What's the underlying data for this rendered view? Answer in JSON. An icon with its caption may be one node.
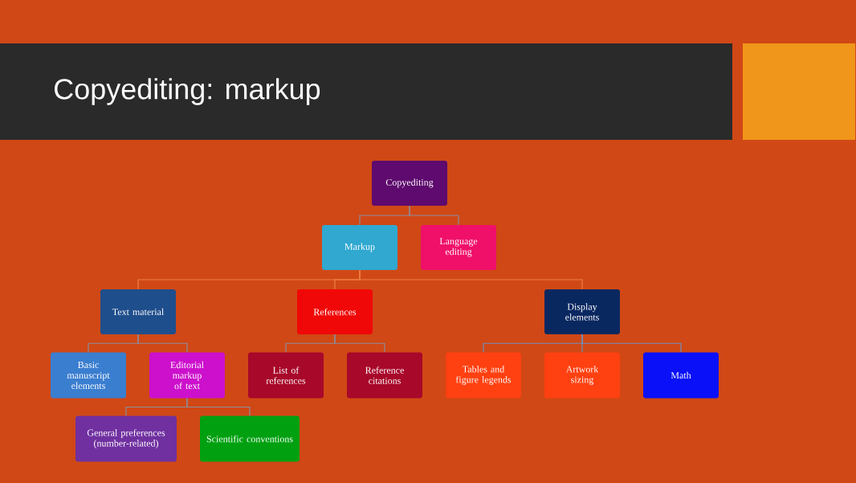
{
  "diagram": {
    "title": "Copyediting: markup",
    "nodes": [
      {
        "text": [
          "Copyediting"
        ]
      },
      {
        "text": [
          "Markup"
        ]
      },
      {
        "text": [
          "Language editing"
        ]
      },
      {
        "text": [
          "Text material"
        ]
      },
      {
        "text": [
          "References"
        ]
      },
      {
        "text": [
          "Display elements"
        ]
      },
      {
        "text": [
          "Basic manuscript elements"
        ]
      },
      {
        "text": [
          "Editorial markup of text"
        ]
      },
      {
        "text": [
          "List of references"
        ]
      },
      {
        "text": [
          "Reference citations"
        ]
      },
      {
        "text": [
          "Tables and figure legends"
        ]
      },
      {
        "text": [
          "Artwork sizing"
        ]
      },
      {
        "text": [
          "Math"
        ]
      },
      {
        "text": [
          "General preferences (number-related)"
        ]
      },
      {
        "text": [
          "Scientific conventions"
        ]
      }
    ],
    "edges": [
      {
        "from": 0,
        "to": 1,
        "arrow": "none"
      },
      {
        "from": 0,
        "to": 2,
        "arrow": "none"
      },
      {
        "from": 1,
        "to": 3,
        "arrow": "none",
        "color": "#f08040"
      },
      {
        "from": 1,
        "to": 4,
        "arrow": "none",
        "color": "#f08040"
      },
      {
        "from": 1,
        "to": 5,
        "arrow": "none",
        "color": "#f08040"
      },
      {
        "from": 3,
        "to": 6,
        "arrow": "none"
      },
      {
        "from": 3,
        "to": 7,
        "arrow": "none"
      },
      {
        "from": 4,
        "to": 8,
        "arrow": "none"
      },
      {
        "from": 4,
        "to": 9,
        "arrow": "none"
      },
      {
        "from": 5,
        "to": 10,
        "arrow": "none",
        "color": "#6f8fbf"
      },
      {
        "from": 5,
        "to": 11,
        "arrow": "none",
        "color": "#6f8fbf"
      },
      {
        "from": 5,
        "to": 12,
        "arrow": "none",
        "color": "#6f8fbf"
      },
      {
        "from": 7,
        "to": 13,
        "arrow": "none"
      },
      {
        "from": 7,
        "to": 14,
        "arrow": "none"
      }
    ]
  }
}
